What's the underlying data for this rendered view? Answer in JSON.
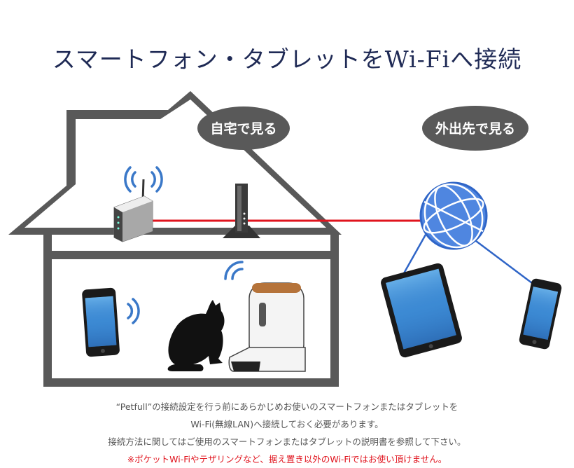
{
  "title": "スマートフォン・タブレットをWi-Fiへ接続",
  "labels": {
    "home": "自宅で見る",
    "outside": "外出先で見る"
  },
  "captions": {
    "line1": "“Petfull”の接続設定を行う前にあらかじめお使いのスマートフォンまたはタブレットを",
    "line2": "Wi-Fi(無線LAN)へ接続しておく必要があります。",
    "line3": "接続方法に関してはご使用のスマートフォンまたはタブレットの説明書を参照して下さい。",
    "warning": "※ポケットWi-Fiやテザリングなど、据え置き以外のWi-Fiではお使い頂けません。"
  },
  "colors": {
    "house": "#595959",
    "bubble": "#595959",
    "wifi_waves": "#3a78c8",
    "cable": "#e0141e",
    "globe": "#2f65c7",
    "title": "#1f2a55",
    "warning": "#e0141e"
  },
  "icons": [
    "wifi-router-icon",
    "modem-icon",
    "globe-icon",
    "smartphone-icon",
    "tablet-icon",
    "cat-icon",
    "pet-feeder-icon",
    "wifi-signal-icon"
  ]
}
